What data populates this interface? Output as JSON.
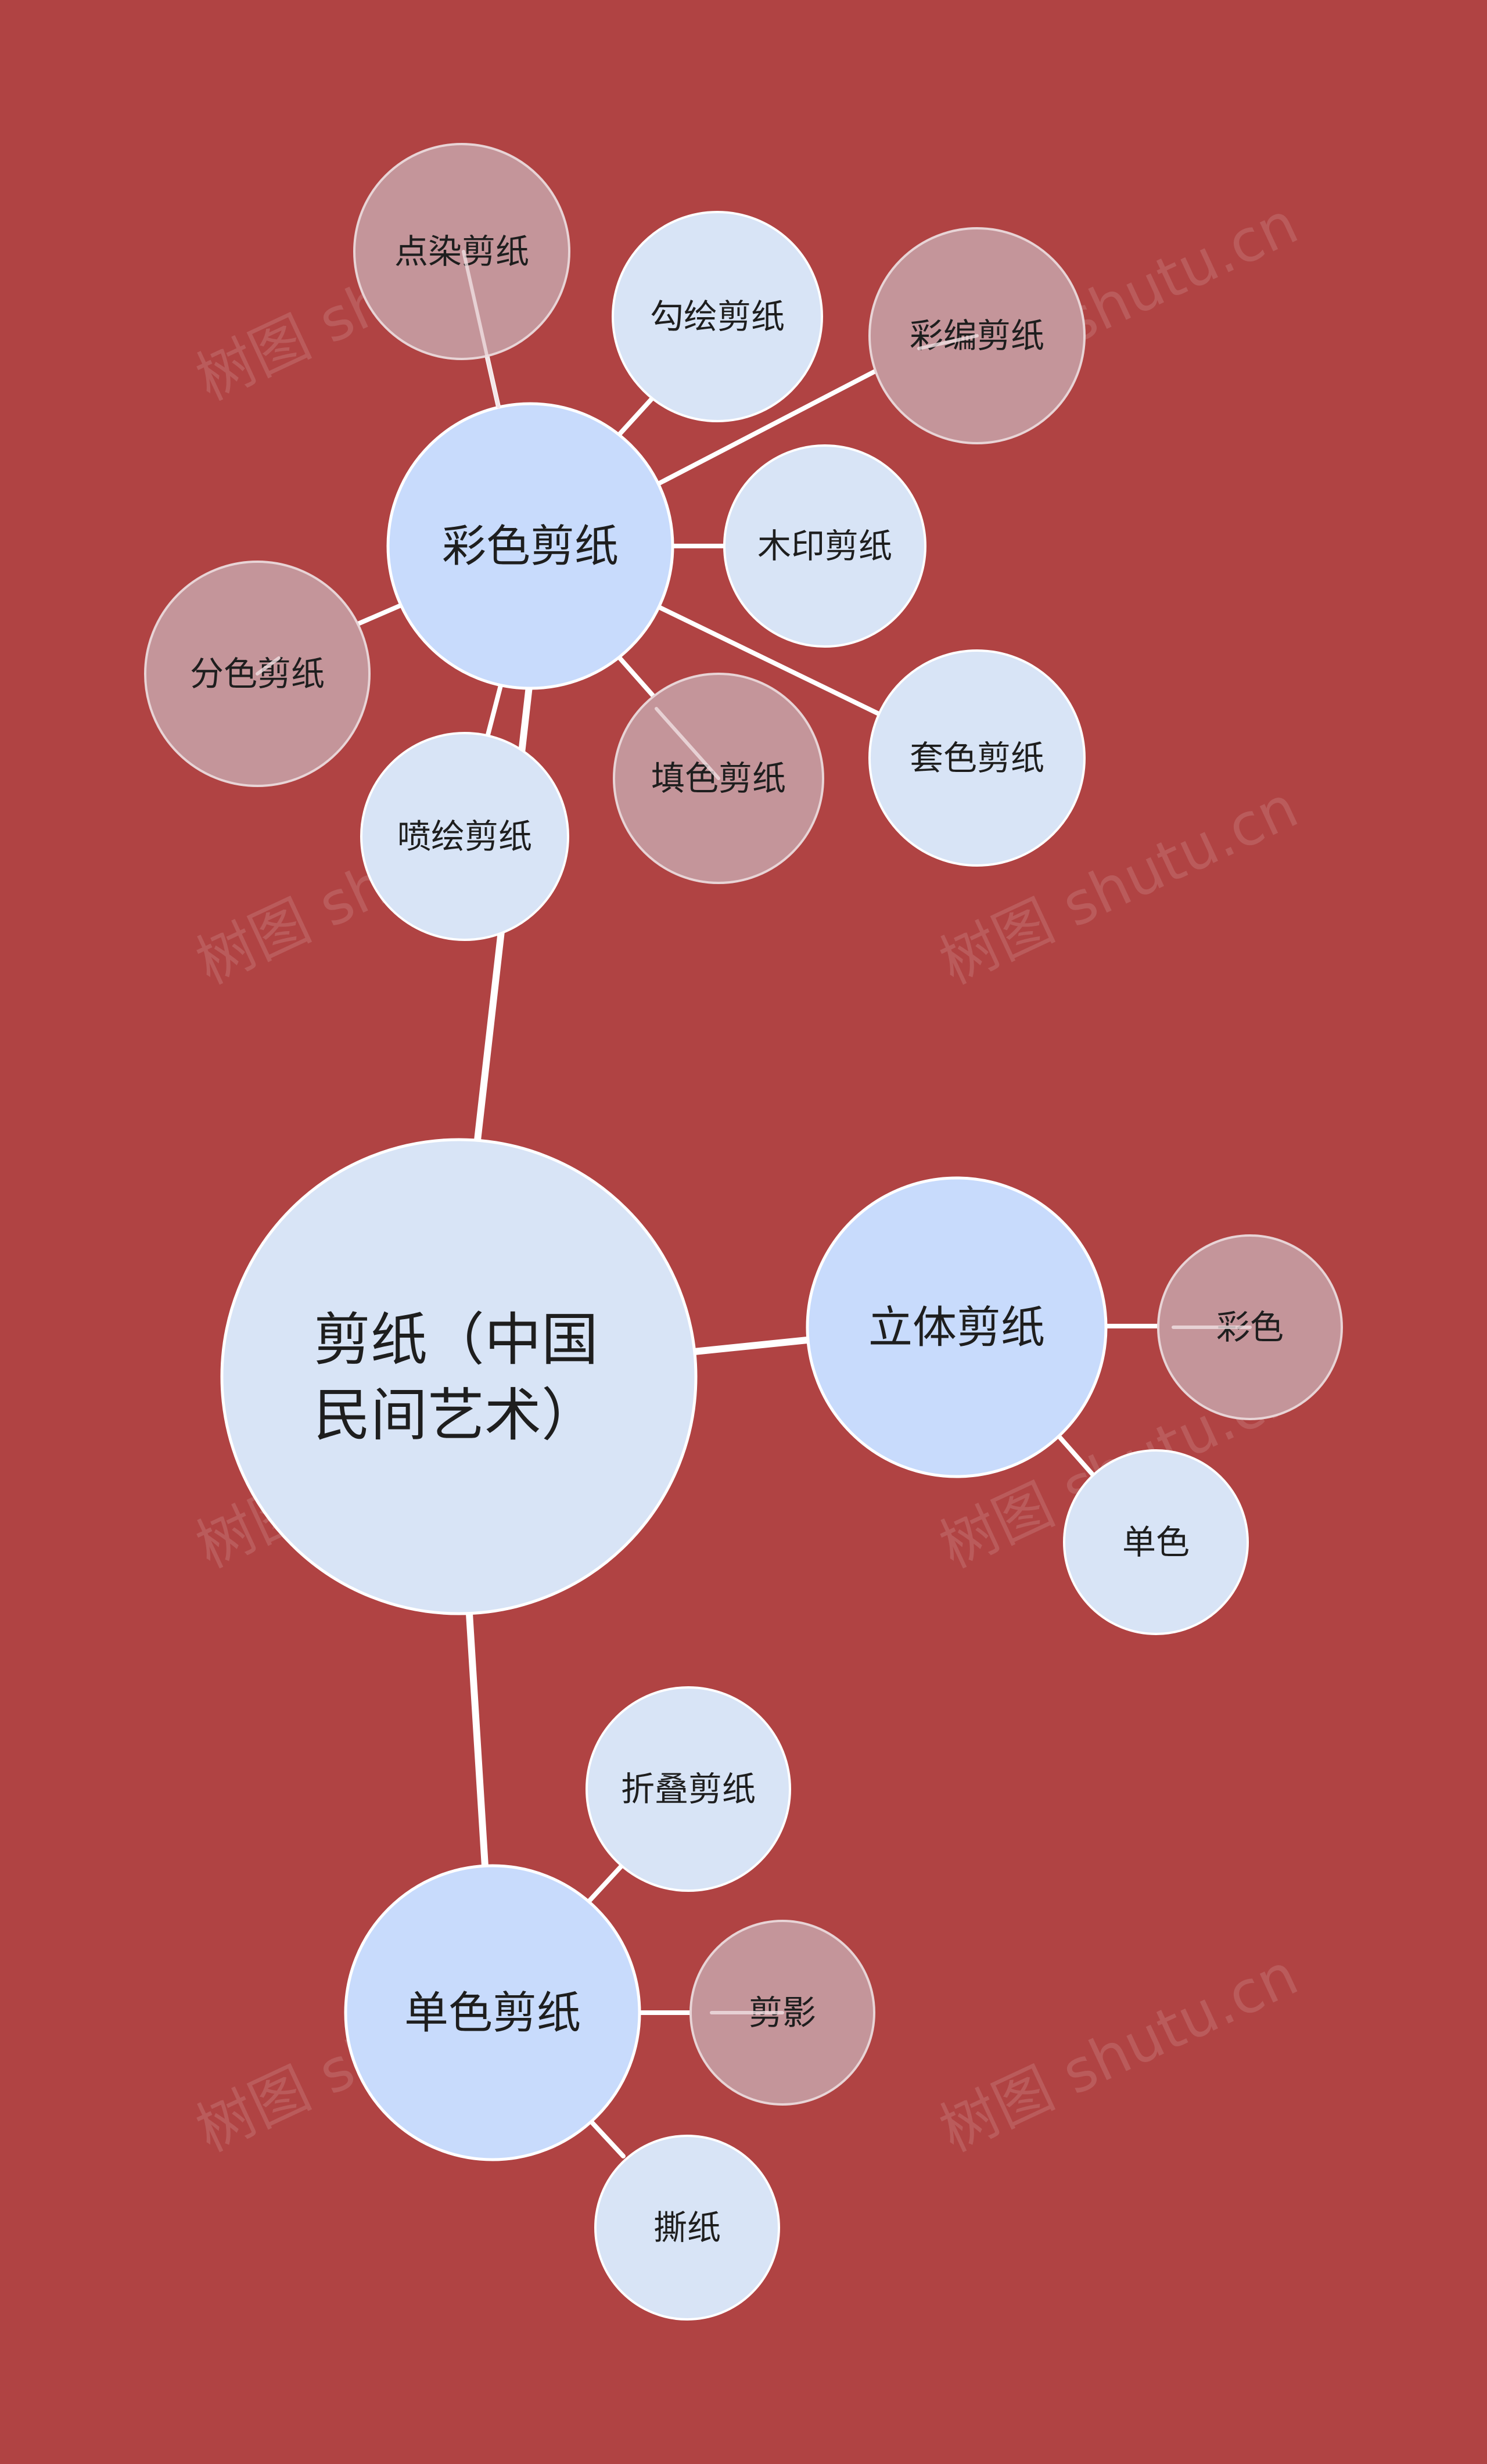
{
  "background": "#b04343",
  "colors": {
    "edge": "#ffffff",
    "root_fill": "#d8e4f6",
    "branch_fill": "#c8dbfc",
    "leaf_fill": "#d8e4f6",
    "leaf_alt_fill": "#c4959a",
    "node_stroke": "#ffffff",
    "text": "#1e1e1e"
  },
  "watermark": "树图 shutu.cn",
  "mindmap": {
    "root": {
      "label_line1": "剪纸（中国",
      "label_line2": "民间艺术）"
    },
    "branches": [
      {
        "label": "彩色剪纸",
        "children": [
          {
            "label": "点染剪纸",
            "style": "alt"
          },
          {
            "label": "勾绘剪纸",
            "style": "normal"
          },
          {
            "label": "彩编剪纸",
            "style": "alt"
          },
          {
            "label": "木印剪纸",
            "style": "normal"
          },
          {
            "label": "分色剪纸",
            "style": "alt"
          },
          {
            "label": "套色剪纸",
            "style": "normal"
          },
          {
            "label": "填色剪纸",
            "style": "alt"
          },
          {
            "label": "喷绘剪纸",
            "style": "normal"
          }
        ]
      },
      {
        "label": "立体剪纸",
        "children": [
          {
            "label": "彩色",
            "style": "alt"
          },
          {
            "label": "单色",
            "style": "normal"
          }
        ]
      },
      {
        "label": "单色剪纸",
        "children": [
          {
            "label": "折叠剪纸",
            "style": "normal"
          },
          {
            "label": "剪影",
            "style": "alt"
          },
          {
            "label": "撕纸",
            "style": "normal"
          }
        ]
      }
    ]
  }
}
